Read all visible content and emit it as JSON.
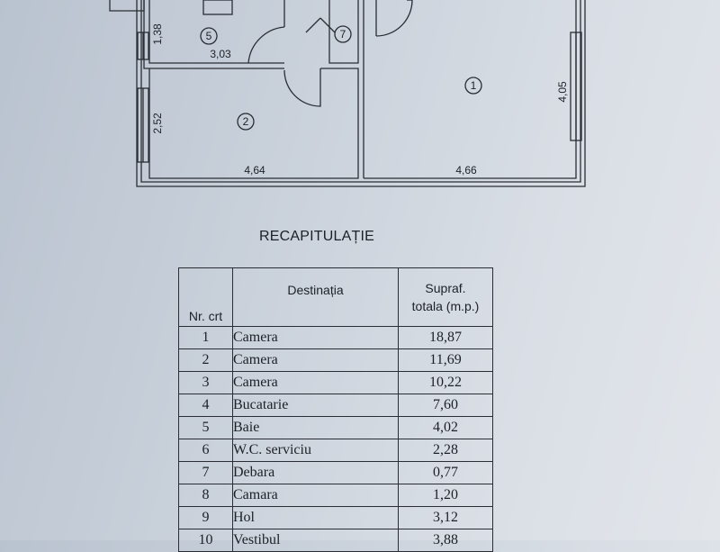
{
  "floor_plan": {
    "rooms": [
      {
        "number": "1"
      },
      {
        "number": "2"
      },
      {
        "number": "5"
      },
      {
        "number": "7"
      }
    ],
    "dimensions": {
      "room5_height": "1,38",
      "room5_width": "3,03",
      "room2_height": "2,52",
      "room2_width": "4,64",
      "room1_height": "4,05",
      "room1_width": "4,66"
    }
  },
  "recap": {
    "title": "RECAPITULAȚIE",
    "headers": {
      "nr": "Nr. crt",
      "dest": "Destinația",
      "sup_line1": "Supraf.",
      "sup_line2": "totala (m.p.)"
    },
    "rows": [
      {
        "nr": "1",
        "dest": "Camera",
        "value": "18,87"
      },
      {
        "nr": "2",
        "dest": "Camera",
        "value": "11,69"
      },
      {
        "nr": "3",
        "dest": "Camera",
        "value": "10,22"
      },
      {
        "nr": "4",
        "dest": "Bucatarie",
        "value": "7,60"
      },
      {
        "nr": "5",
        "dest": "Baie",
        "value": "4,02"
      },
      {
        "nr": "6",
        "dest": "W.C. serviciu",
        "value": "2,28"
      },
      {
        "nr": "7",
        "dest": "Debara",
        "value": "0,77"
      },
      {
        "nr": "8",
        "dest": "Camara",
        "value": "1,20"
      },
      {
        "nr": "9",
        "dest": "Hol",
        "value": "3,12"
      },
      {
        "nr": "10",
        "dest": "Vestibul",
        "value": "3,88"
      }
    ]
  }
}
